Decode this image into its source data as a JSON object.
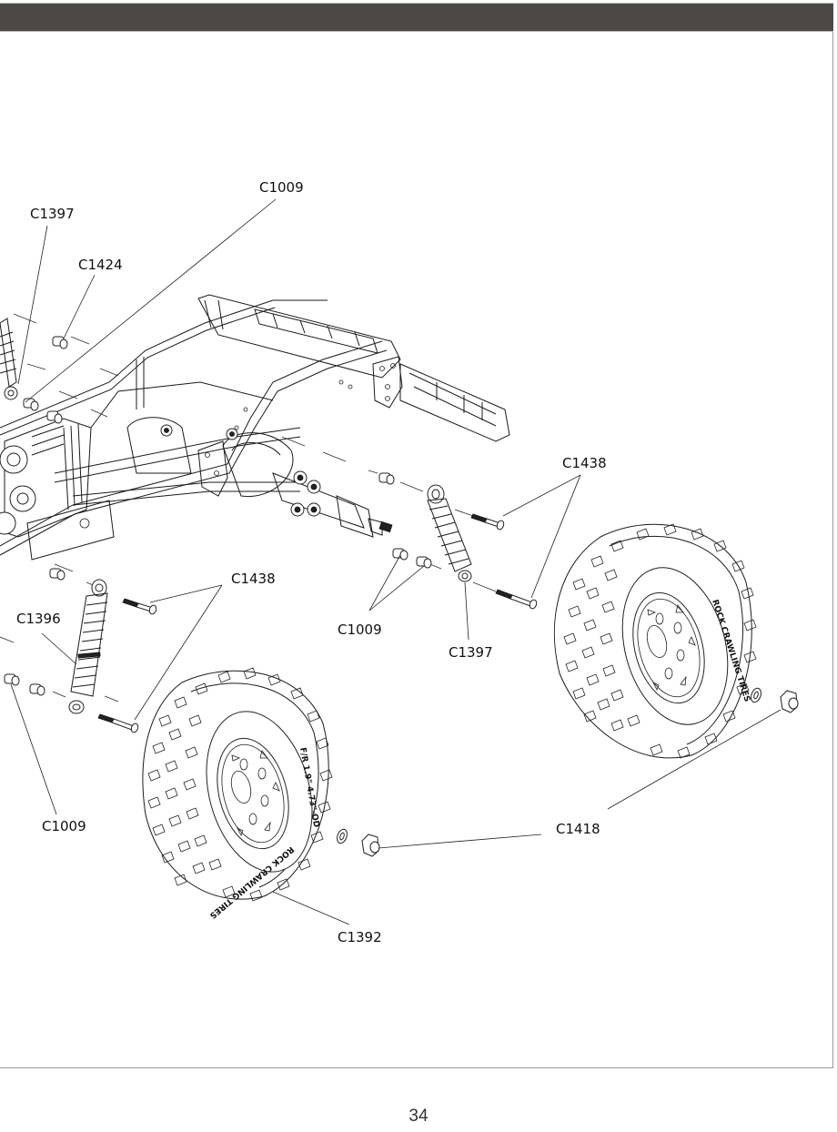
{
  "page": {
    "header_bar_color": "#4d4847",
    "page_number": "34"
  },
  "callouts": {
    "c1009_top": "C1009",
    "c1397_top": "C1397",
    "c1424": "C1424",
    "c1438_right": "C1438",
    "c1438_left": "C1438",
    "c1396": "C1396",
    "c1009_mid": "C1009",
    "c1397_mid": "C1397",
    "c1009_bottom": "C1009",
    "c1418": "C1418",
    "c1392": "C1392"
  },
  "tire_markings": {
    "brand_text": "ROCK CRAWLING TIRES",
    "size_text": "F/R 1.9\" 4.73\"-OD"
  }
}
